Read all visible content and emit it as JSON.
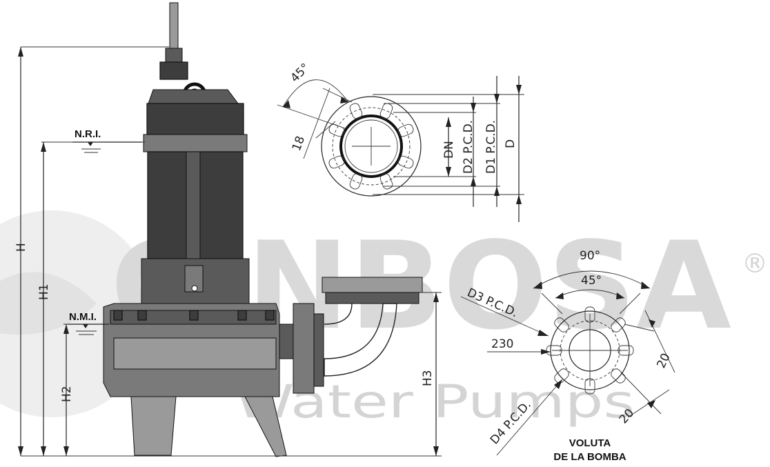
{
  "watermark": {
    "brand": "CINBOSA",
    "registered": "®",
    "subtitle": "Water Pumps"
  },
  "levels": {
    "nri": "N.R.I.",
    "nmi": "N.M.I."
  },
  "dimensions": {
    "h": "H",
    "h1": "H1",
    "h2": "H2",
    "h3": "H3",
    "dn": "DN",
    "d": "D",
    "d1": "D1 P.C.D.",
    "d2": "D2 P.C.D.",
    "d3": "D3 P.C.D.",
    "d4": "D4 P.C.D.",
    "flange_angle": "45°",
    "flange_hole": "18",
    "volute_angle_outer": "90°",
    "volute_angle_inner": "45°",
    "volute_230": "230",
    "volute_20a": "20",
    "volute_20b": "20"
  },
  "caption": {
    "line1": "VOLUTA",
    "line2": "DE LA BOMBA"
  }
}
